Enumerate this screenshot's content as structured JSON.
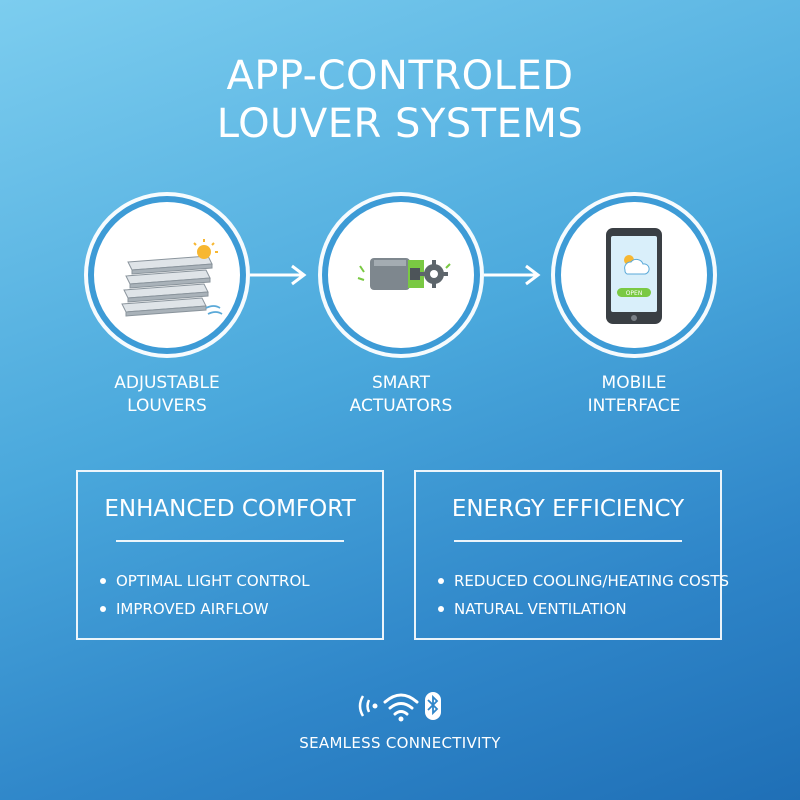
{
  "title": {
    "line1": "APP-CONTROLED",
    "line2": "LOUVER SYSTEMS"
  },
  "steps": [
    {
      "line1": "ADJUSTABLE",
      "line2": "LOUVERS",
      "icon": "louver-slats-icon"
    },
    {
      "line1": "SMART",
      "line2": "ACTUATORS",
      "icon": "actuator-motor-icon"
    },
    {
      "line1": "MOBILE",
      "line2": "INTERFACE",
      "icon": "smartphone-icon",
      "screen_button": "OPEN"
    }
  ],
  "benefits": [
    {
      "title": "ENHANCED COMFORT",
      "items": [
        "OPTIMAL LIGHT CONTROL",
        "IMPROVED AIRFLOW"
      ]
    },
    {
      "title": "ENERGY EFFICIENCY",
      "items": [
        "REDUCED COOLING/HEATING COSTS",
        "NATURAL VENTILATION"
      ]
    }
  ],
  "connectivity": {
    "label": "SEAMLESS CONNECTIVITY",
    "icons": [
      "signal-waves-icon",
      "wifi-icon",
      "bluetooth-icon"
    ]
  },
  "colors": {
    "background_top": "#7ccdef",
    "background_bottom": "#1f6fb6",
    "accent_green": "#7ac943",
    "text": "#ffffff"
  }
}
